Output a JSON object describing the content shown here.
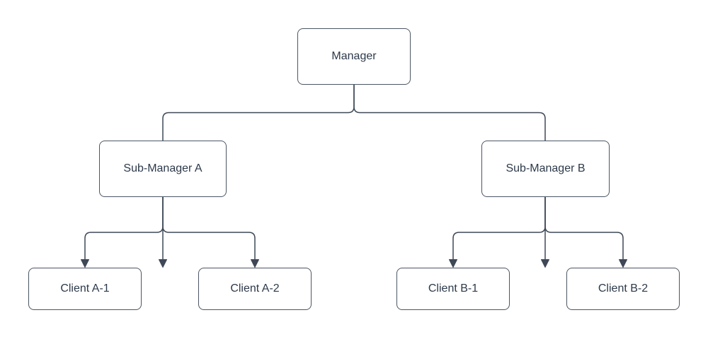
{
  "theme": {
    "background": "#ffffff",
    "node_fill": "#ffffff",
    "node_border": "#4d5663",
    "connector_color": "#3f4856",
    "text_color": "#2d3a4a"
  },
  "nodes": [
    {
      "id": "manager",
      "label": "Manager"
    },
    {
      "id": "sub-manager-a",
      "label": "Sub-Manager A"
    },
    {
      "id": "sub-manager-b",
      "label": "Sub-Manager B"
    },
    {
      "id": "client-a1",
      "label": "Client A-1"
    },
    {
      "id": "client-a2",
      "label": "Client A-2"
    },
    {
      "id": "client-b1",
      "label": "Client B-1"
    },
    {
      "id": "client-b2",
      "label": "Client B-2"
    }
  ],
  "edges": [
    {
      "from": "Manager",
      "to": "Sub-Manager A",
      "arrow": "filled-triangle"
    },
    {
      "from": "Manager",
      "to": "Sub-Manager B",
      "arrow": "filled-triangle"
    },
    {
      "from": "Sub-Manager A",
      "to": "Client A-1",
      "arrow": "filled-triangle"
    },
    {
      "from": "Sub-Manager A",
      "to": "Client A-2",
      "arrow": "filled-triangle"
    },
    {
      "from": "Sub-Manager B",
      "to": "Client B-1",
      "arrow": "filled-triangle"
    },
    {
      "from": "Sub-Manager B",
      "to": "Client B-2",
      "arrow": "filled-triangle"
    }
  ]
}
